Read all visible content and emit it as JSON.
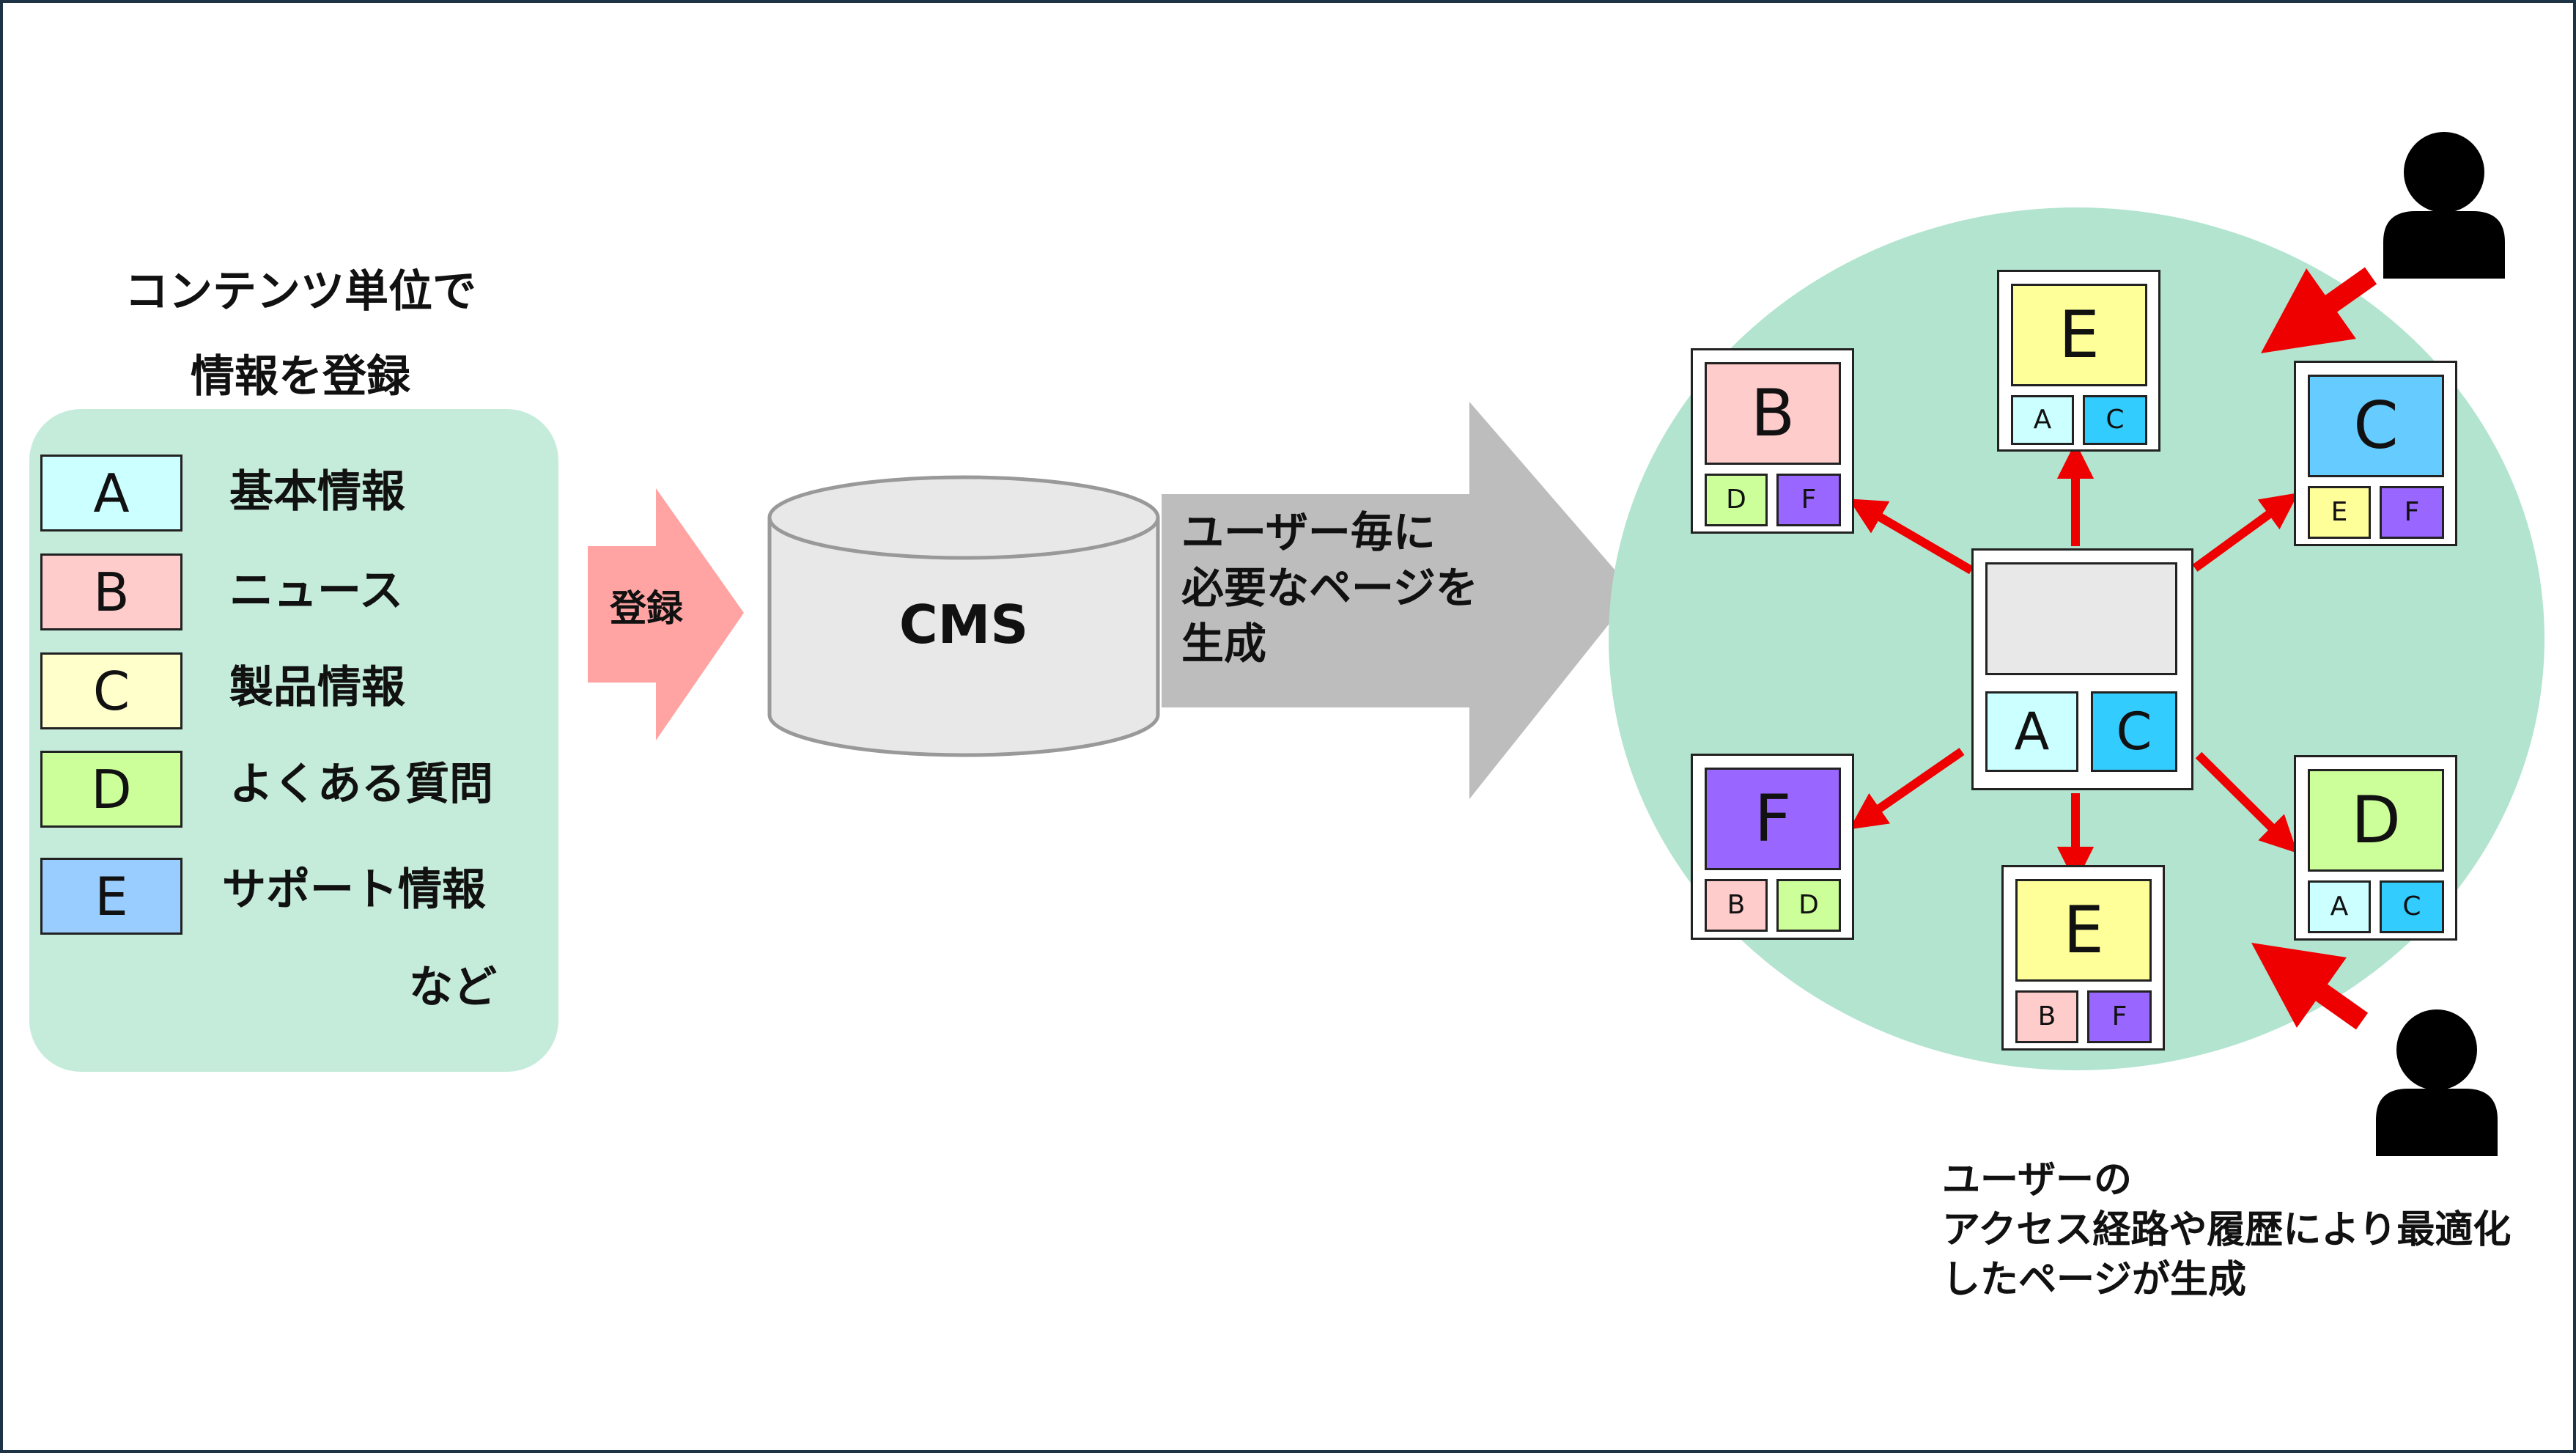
{
  "colors": {
    "frame": "#1f3347",
    "panel": "#c5ecdb",
    "circle": "#b2e4cf",
    "register_arrow": "#ffa3a3",
    "generate_arrow": "#bdbdbd",
    "cms": "#e8e8e8",
    "red_arrow": "#ee0000",
    "A": "#ccffff",
    "B": "#ffcccc",
    "C": "#ffffcc",
    "D": "#ccff99",
    "E": "#99ccff",
    "page_A": "#ccffff",
    "page_B": "#ffcccc",
    "page_C": "#33ccff",
    "page_D": "#ccff99",
    "page_E": "#ffff99",
    "page_F": "#9966ff",
    "header_placeholder": "#e8e8e8"
  },
  "left": {
    "title_line1": "コンテンツ単位で",
    "title_line2": "情報を登録",
    "items": [
      {
        "letter": "A",
        "label": "基本情報"
      },
      {
        "letter": "B",
        "label": "ニュース"
      },
      {
        "letter": "C",
        "label": "製品情報"
      },
      {
        "letter": "D",
        "label": "よくある質問"
      },
      {
        "letter": "E",
        "label": "サポート情報"
      }
    ],
    "etc": "など"
  },
  "register_label": "登録",
  "cms_label": "CMS",
  "generate": {
    "line1": "ユーザー毎に",
    "line2": "必要なページを",
    "line3": "生成"
  },
  "pages": {
    "center": {
      "small": [
        "A",
        "C"
      ]
    },
    "top": {
      "big": "E",
      "small": [
        "A",
        "C"
      ]
    },
    "upper_left": {
      "big": "B",
      "small": [
        "D",
        "F"
      ]
    },
    "upper_right": {
      "big": "C",
      "small": [
        "E",
        "F"
      ]
    },
    "lower_left": {
      "big": "F",
      "small": [
        "B",
        "D"
      ]
    },
    "bottom": {
      "big": "E",
      "small": [
        "B",
        "F"
      ]
    },
    "lower_right": {
      "big": "D",
      "small": [
        "A",
        "C"
      ]
    }
  },
  "bottom_text": {
    "line1": "ユーザーの",
    "line2": "アクセス経路や履歴により最適化",
    "line3": "したページが生成"
  },
  "icons": [
    "user-icon",
    "user-icon",
    "cms-database-icon"
  ]
}
